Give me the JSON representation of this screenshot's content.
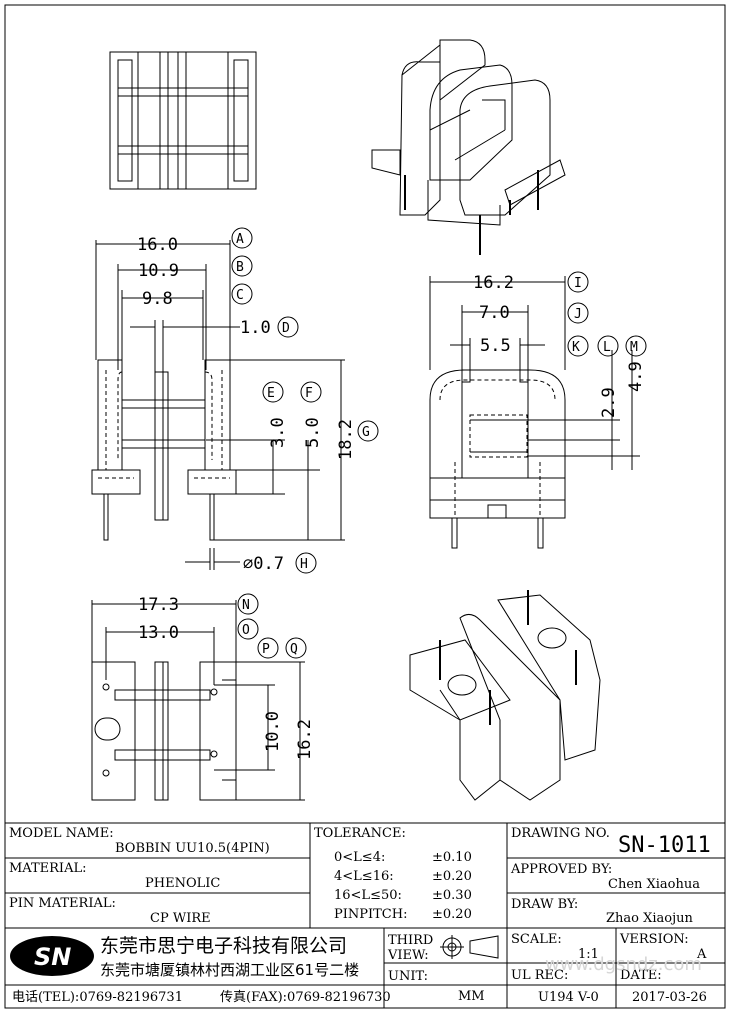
{
  "dims": {
    "d160": "16.0",
    "d109": "10.9",
    "d98": "9.8",
    "d10": "1.0",
    "d30": "3.0",
    "d50": "5.0",
    "d182": "18.2",
    "d07": "⌀0.7",
    "d162a": "16.2",
    "d70": "7.0",
    "d55": "5.5",
    "d29": "2.9",
    "d49": "4.9",
    "d173": "17.3",
    "d130": "13.0",
    "d100": "10.0",
    "d162b": "16.2"
  },
  "markers": [
    "A",
    "B",
    "C",
    "D",
    "E",
    "F",
    "G",
    "H",
    "I",
    "J",
    "K",
    "L",
    "M",
    "N",
    "O",
    "P",
    "Q"
  ],
  "title_block": {
    "model_label": "MODEL NAME:",
    "model_value": "BOBBIN UU10.5(4PIN)",
    "material_label": "MATERIAL:",
    "material_value": "PHENOLIC",
    "pin_label": "PIN MATERIAL:",
    "pin_value": "CP WIRE",
    "tolerance_label": "TOLERANCE:",
    "tol": [
      {
        "range": "0<L≤4:",
        "val": "±0.10"
      },
      {
        "range": "4<L≤16:",
        "val": "±0.20"
      },
      {
        "range": "16<L≤50:",
        "val": "±0.30"
      },
      {
        "range": "PINPITCH:",
        "val": "±0.20"
      }
    ],
    "drawing_no_label": "DRAWING NO.",
    "drawing_no": "SN-1011",
    "approved_label": "APPROVED BY:",
    "approved_value": "Chen  Xiaohua",
    "draw_label": "DRAW BY:",
    "draw_value": "Zhao  Xiaojun",
    "logo": "SN",
    "company_cn": "东莞市思宁电子科技有限公司",
    "address_cn": "东莞市塘厦镇林村西湖工业区61号二楼",
    "tel": "电话(TEL):0769-82196731",
    "fax": "传真(FAX):0769-82196730",
    "third_view_1": "THIRD",
    "third_view_2": "VIEW:",
    "unit_label": "UNIT:",
    "unit_value": "MM",
    "scale_label": "SCALE:",
    "scale_value": "1:1",
    "version_label": "VERSION:",
    "version_value": "A",
    "ulrec_label": "UL REC:",
    "ulrec_value": "U194 V-0",
    "date_label": "DATE:",
    "date_value": "2017-03-26",
    "watermark": "www.dgsndz.com"
  }
}
